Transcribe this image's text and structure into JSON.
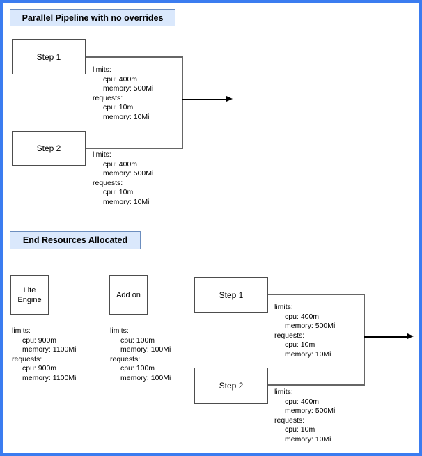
{
  "colors": {
    "canvas_border": "#3b7cf0",
    "title_fill": "#dae8fc",
    "title_stroke": "#6c8ebf",
    "node_stroke": "#4d4d4d",
    "connector": "#666666",
    "arrow": "#000000"
  },
  "section1": {
    "title": "Parallel Pipeline with no overrides",
    "step1": {
      "label": "Step 1",
      "resources": [
        "limits:",
        "cpu: 400m",
        "memory: 500Mi",
        "requests:",
        "cpu: 10m",
        "memory: 10Mi"
      ]
    },
    "step2": {
      "label": "Step 2",
      "resources": [
        "limits:",
        "cpu: 400m",
        "memory: 500Mi",
        "requests:",
        "cpu: 10m",
        "memory: 10Mi"
      ]
    }
  },
  "section2": {
    "title": "End Resources Allocated",
    "lite_engine": {
      "label_line1": "Lite",
      "label_line2": "Engine",
      "resources": [
        "limits:",
        "cpu: 900m",
        "memory: 1100Mi",
        "requests:",
        "cpu: 900m",
        "memory: 1100Mi"
      ]
    },
    "add_on": {
      "label": "Add on",
      "resources": [
        "limits:",
        "cpu: 100m",
        "memory: 100Mi",
        "requests:",
        "cpu: 100m",
        "memory: 100Mi"
      ]
    },
    "step1": {
      "label": "Step 1",
      "resources": [
        "limits:",
        "cpu: 400m",
        "memory: 500Mi",
        "requests:",
        "cpu: 10m",
        "memory: 10Mi"
      ]
    },
    "step2": {
      "label": "Step 2",
      "resources": [
        "limits:",
        "cpu: 400m",
        "memory: 500Mi",
        "requests:",
        "cpu: 10m",
        "memory: 10Mi"
      ]
    }
  }
}
